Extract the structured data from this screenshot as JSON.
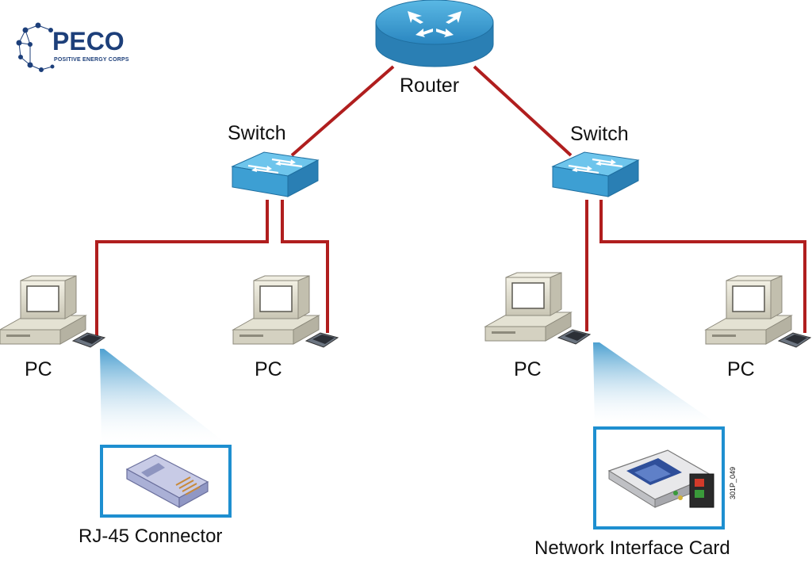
{
  "logo": {
    "name": "PECO",
    "tagline": "POSITIVE ENERGY CORPS"
  },
  "nodes": {
    "router": {
      "label": "Router",
      "icon": "router-icon"
    },
    "switch_left": {
      "label": "Switch",
      "icon": "switch-icon"
    },
    "switch_right": {
      "label": "Switch",
      "icon": "switch-icon"
    },
    "pc_1": {
      "label": "PC",
      "icon": "pc-icon"
    },
    "pc_2": {
      "label": "PC",
      "icon": "pc-icon"
    },
    "pc_3": {
      "label": "PC",
      "icon": "pc-icon"
    },
    "pc_4": {
      "label": "PC",
      "icon": "pc-icon"
    }
  },
  "callouts": {
    "rj45": {
      "label": "RJ-45 Connector",
      "icon": "rj45-connector-icon"
    },
    "nic": {
      "label": "Network Interface Card",
      "icon": "network-card-icon"
    }
  },
  "figure_id": "301P_049",
  "colors": {
    "cable": "#b01e1e",
    "device_blue": "#3fa7d6",
    "callout_border": "#1e8fd0",
    "beam": "#9fd0ea",
    "logo": "#1d3f7a"
  }
}
